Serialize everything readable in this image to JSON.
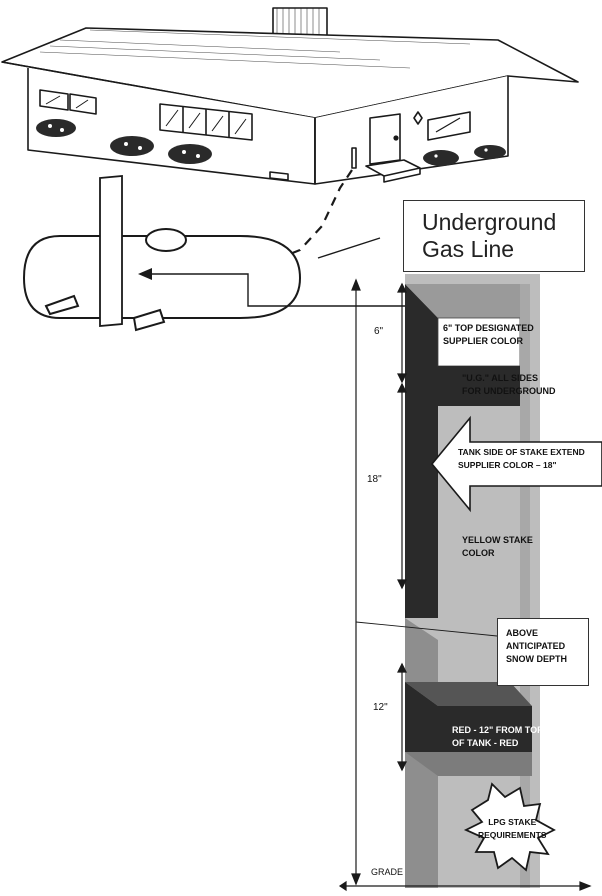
{
  "title": "Underground\nGas Line",
  "dimensions": {
    "top_band": "6\"",
    "middle_band": "18\"",
    "lower_band": "12\""
  },
  "labels": {
    "top_designated": "6\" TOP DESIGNATED\nSUPPLIER COLOR",
    "ug_all_sides": "\"U.G.\" ALL SIDES\nFOR UNDERGROUND",
    "tank_side": "TANK SIDE OF STAKE EXTEND\nSUPPLIER COLOR – 18\"",
    "yellow_stake": "YELLOW STAKE\nCOLOR",
    "snow_depth": "ABOVE\nANTICIPATED\nSNOW DEPTH",
    "red_band": "RED  - 12\" FROM TOP\nOF TANK - RED",
    "grade": "GRADE",
    "burst": "LPG STAKE\nREQUIREMENTS"
  },
  "colors": {
    "stake_fill": "#bdbdbd",
    "stake_dark": "#2a2a2a",
    "line": "#1a1a1a"
  }
}
